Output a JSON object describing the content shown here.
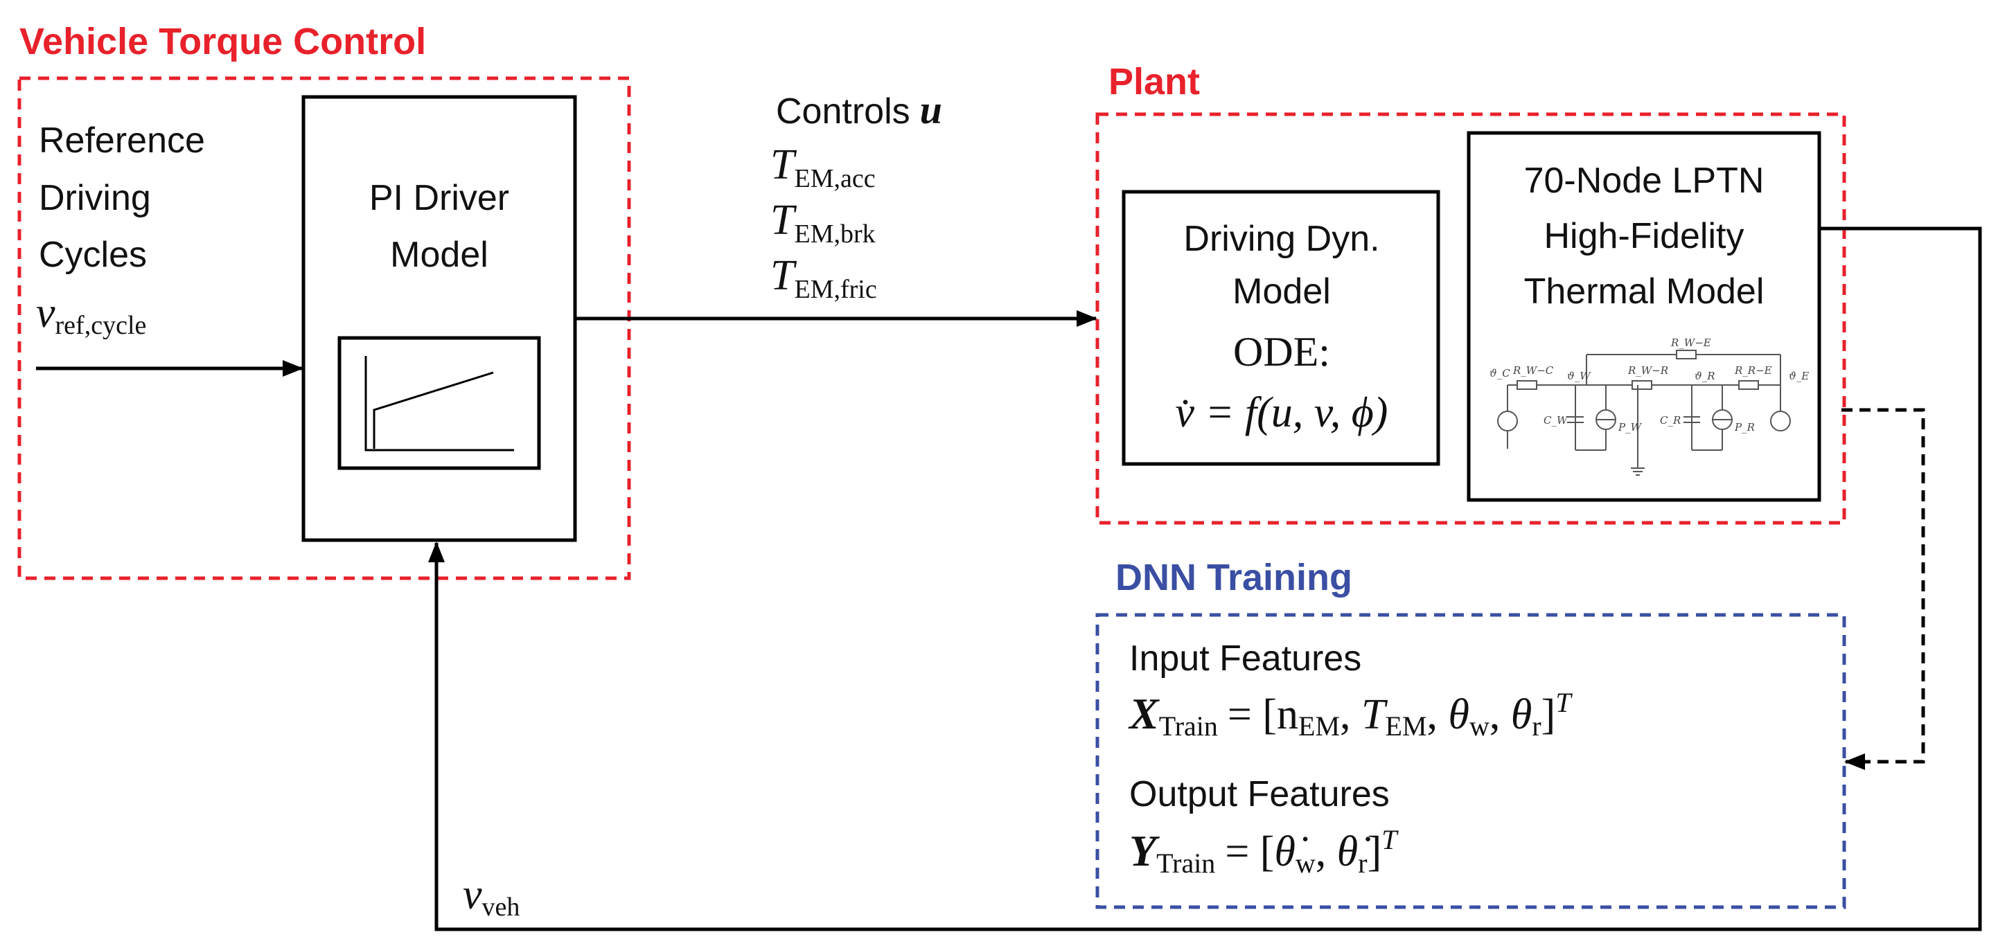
{
  "groups": {
    "vehicle_torque_control": {
      "label": "Vehicle Torque Control",
      "color": "#e8212b"
    },
    "plant": {
      "label": "Plant",
      "color": "#e8212b"
    },
    "dnn_training": {
      "label": "DNN Training",
      "color": "#3a4fa3"
    }
  },
  "reference": {
    "lines": [
      "Reference",
      "Driving",
      "Cycles"
    ],
    "symbol": "v",
    "subscript": "ref,cycle"
  },
  "pi_driver": {
    "lines": [
      "PI Driver",
      "Model"
    ]
  },
  "controls": {
    "label": "Controls",
    "symbol": "u",
    "torque_symbol": "T",
    "terms": [
      "EM,acc",
      "EM,brk",
      "EM,fric"
    ]
  },
  "driving_dyn": {
    "lines": [
      "Driving Dyn.",
      "Model"
    ],
    "ode_label": "ODE:",
    "equation": "v̇ = f(u, v, ϕ)"
  },
  "lptn": {
    "lines": [
      "70-Node LPTN",
      "High-Fidelity",
      "Thermal Model"
    ],
    "circuit_labels": [
      "ϑ_C",
      "R_W−C",
      "ϑ_W",
      "R_W−E",
      "R_W−R",
      "ϑ_R",
      "R_R−E",
      "ϑ_E",
      "C_W",
      "P_W",
      "C_R",
      "P_R"
    ]
  },
  "dnn": {
    "input_label": "Input Features",
    "input_eq_lhs": "X",
    "input_eq_sub": "Train",
    "input_eq_rhs": "= [n",
    "output_label": "Output Features",
    "output_eq_lhs": "Y",
    "output_eq_sub": "Train"
  },
  "feedback": {
    "symbol": "v",
    "subscript": "veh"
  },
  "colors": {
    "accent_red": "#e8212b",
    "accent_blue": "#3a4fa3",
    "line": "#000000"
  }
}
